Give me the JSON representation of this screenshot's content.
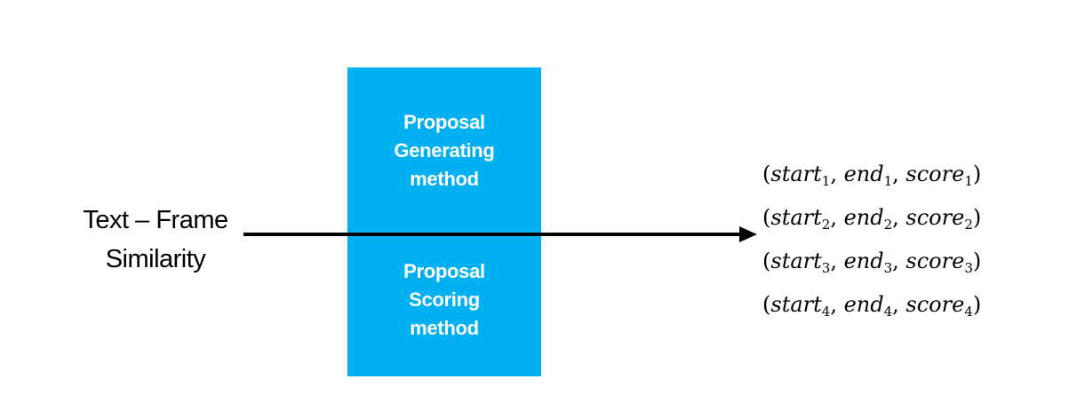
{
  "input": {
    "line1": "Text – Frame",
    "line2": "Similarity"
  },
  "method_block": {
    "color": "#00b0f0",
    "top_label": [
      "Proposal",
      "Generating",
      "method"
    ],
    "bottom_label": [
      "Proposal",
      "Scoring",
      "method"
    ]
  },
  "outputs": [
    {
      "open": "(",
      "start": "start",
      "end": "end",
      "score": "score",
      "index": "1",
      "close": ")"
    },
    {
      "open": "(",
      "start": "start",
      "end": "end",
      "score": "score",
      "index": "2",
      "close": ")"
    },
    {
      "open": "(",
      "start": "start",
      "end": "end",
      "score": "score",
      "index": "3",
      "close": ")"
    },
    {
      "open": "(",
      "start": "start",
      "end": "end",
      "score": "score",
      "index": "4",
      "close": ")"
    }
  ]
}
